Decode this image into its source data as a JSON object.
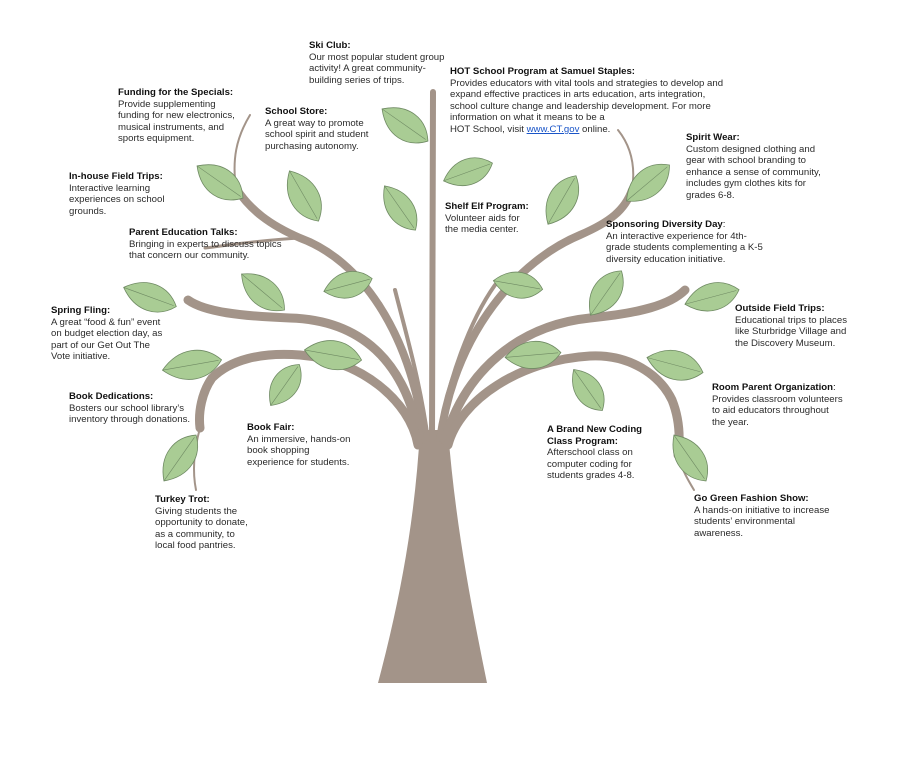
{
  "colors": {
    "trunk": "#a39489",
    "leaf_fill": "#a9cc94",
    "leaf_stroke": "#6f8a63",
    "text": "#222222",
    "link": "#1a55c8"
  },
  "callouts": {
    "ski_club": {
      "title": "Ski Club:",
      "text": "Our most popular student group\nactivity!  A great community-\nbuilding series of trips."
    },
    "hot_school": {
      "title": "HOT School Program at Samuel  Staples:",
      "text_before": "Provides educators with vital tools and strategies to develop  and\nexpand  effective practices in arts education, arts integration,\nschool culture change and leadership development.   For more\ninformation on what it means to be a\nHOT School, visit ",
      "link": "www.CT.gov",
      "text_after": "  online."
    },
    "funding_specials": {
      "title": "Funding for the Specials:",
      "text": "Provide supplementing\nfunding for new electronics,\nmusical instruments, and\nsports equipment."
    },
    "school_store": {
      "title": "School Store:",
      "text": "A great way to promote\nschool spirit and student\npurchasing autonomy."
    },
    "spirit_wear": {
      "title": "Spirit Wear:",
      "text": "Custom designed clothing and\ngear with school branding to\nenhance a sense of community,\nincludes gym clothes kits for\ngrades 6-8."
    },
    "inhouse_trips": {
      "title": "In-house Field Trips:",
      "text": "Interactive learning\nexperiences on school\ngrounds."
    },
    "shelf_elf": {
      "title": "Shelf Elf Program:",
      "text": "Volunteer aids for\nthe media center."
    },
    "diversity_day": {
      "title": "Sponsoring Diversity Day",
      "title_suffix": ":",
      "text": "An interactive experience for 4th-\ngrade students complementing  a K-5\ndiversity education initiative."
    },
    "parent_talks": {
      "title": "Parent Education Talks:",
      "text": "Bringing in experts to discuss topics\nthat concern our community."
    },
    "spring_fling": {
      "title": "Spring Fling:",
      "text": "A great “food & fun” event\non budget election day, as\npart of our Get Out The\nVote initiative."
    },
    "outside_trips": {
      "title": "Outside Field Trips:",
      "text": "Educational trips to places\nlike Sturbridge Village and\nthe Discovery Museum."
    },
    "room_parent": {
      "title": "Room Parent Organization",
      "title_suffix": ":",
      "text": "Provides classroom volunteers\nto aid educators throughout\nthe year."
    },
    "book_dedications": {
      "title": "Book Dedications:",
      "text": "Bosters our school library’s\ninventory through donations."
    },
    "book_fair": {
      "title": "Book Fair:",
      "text": "An immersive, hands-on\nbook shopping\nexperience for students."
    },
    "coding_class": {
      "title": "A Brand New Coding\nClass Program:",
      "text": "Afterschool class on\ncomputer coding for\nstudents grades 4-8."
    },
    "turkey_trot": {
      "title": "Turkey Trot:",
      "text": "Giving students the\nopportunity to donate,\nas a community, to\nlocal food pantries."
    },
    "go_green": {
      "title": "Go Green Fashion Show:",
      "text": "A hands-on initiative to increase\nstudents’ environmental\nawareness."
    }
  }
}
